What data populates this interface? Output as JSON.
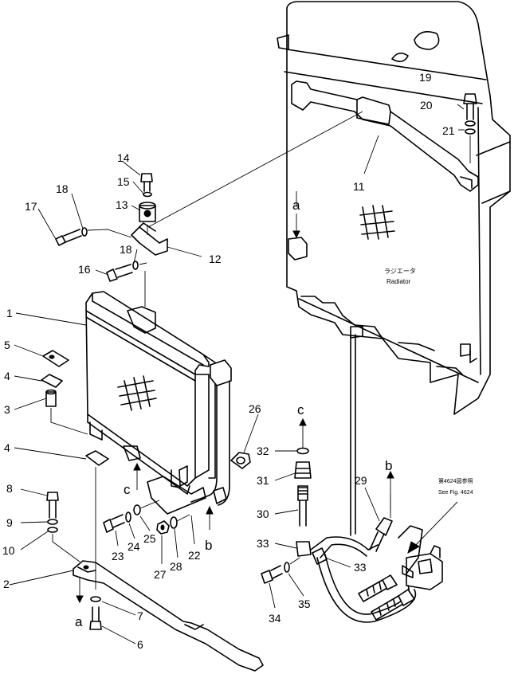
{
  "callouts": {
    "n1": "1",
    "n2": "2",
    "n3": "3",
    "n4a": "4",
    "n4b": "4",
    "n5": "5",
    "n6": "6",
    "n7": "7",
    "n8": "8",
    "n9": "9",
    "n10": "10",
    "n11": "11",
    "n12": "12",
    "n13": "13",
    "n14": "14",
    "n15": "15",
    "n16": "16",
    "n17": "17",
    "n18a": "18",
    "n18b": "18",
    "n19": "19",
    "n20": "20",
    "n21": "21",
    "n22": "22",
    "n23": "23",
    "n24": "24",
    "n25": "25",
    "n26": "26",
    "n27": "27",
    "n28": "28",
    "n29": "29",
    "n30": "30",
    "n31": "31",
    "n32": "32",
    "n33a": "33",
    "n33b": "33",
    "n34": "34",
    "n35": "35"
  },
  "connectors": {
    "a_top": "a",
    "a_bottom": "a",
    "b_left": "b",
    "b_right": "b",
    "c_left": "c",
    "c_right": "c"
  },
  "radiator_label": {
    "jp": "ラジエータ",
    "en": "Radiator"
  },
  "reference_note": {
    "jp": "第4624図参照",
    "en": "See Fig. 4624"
  }
}
